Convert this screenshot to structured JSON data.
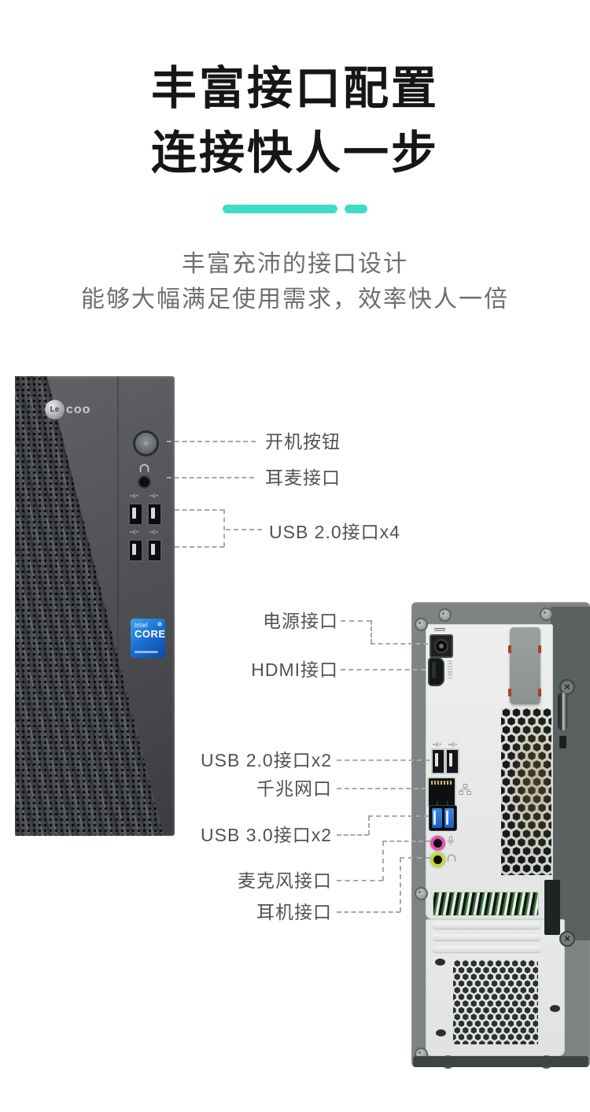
{
  "page": {
    "background": "#ffffff",
    "accent_color": "#3edcc6"
  },
  "header": {
    "title_line1": "丰富接口配置",
    "title_line2": "连接快人一步",
    "subtitle_line1": "丰富充沛的接口设计",
    "subtitle_line2": "能够大幅满足使用需求，效率快人一倍"
  },
  "front_unit": {
    "brand_prefix": "Le",
    "brand_suffix": "coo",
    "cpu_badge": {
      "maker": "intel",
      "family": "CORE"
    },
    "callouts": {
      "power": "开机按钮",
      "headset": "耳麦接口",
      "usb": "USB 2.0接口x4"
    }
  },
  "rear_unit": {
    "hdmi_marking": "HDMI",
    "thumbscrew_glyph": "×",
    "callouts": {
      "power": "电源接口",
      "hdmi": "HDMI接口",
      "usb2": "USB 2.0接口x2",
      "lan": "千兆网口",
      "usb3": "USB 3.0接口x2",
      "mic": "麦克风接口",
      "headphone": "耳机接口"
    },
    "jack_colors": {
      "mic": "#e052b4",
      "headphone": "#c7d83a"
    }
  }
}
